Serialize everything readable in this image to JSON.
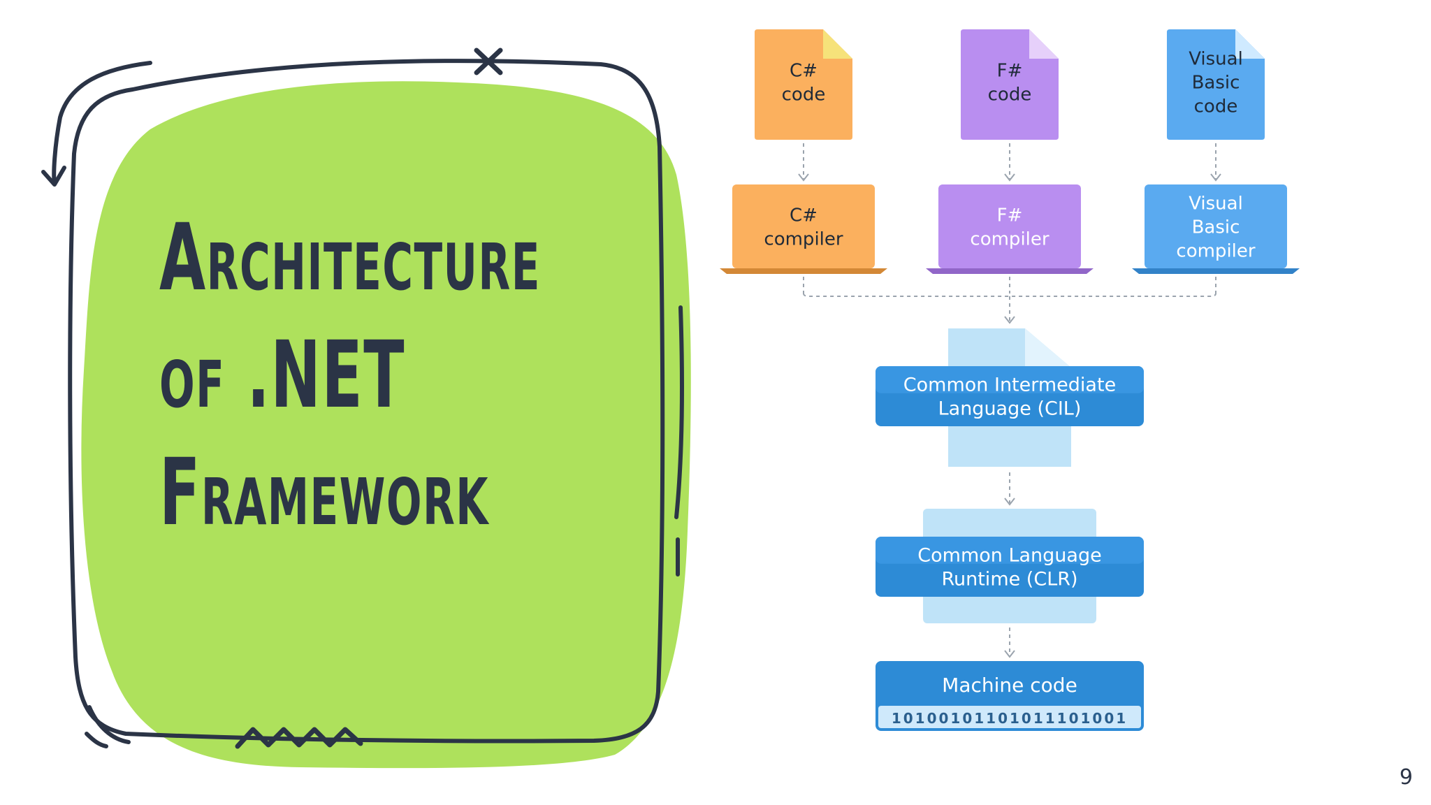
{
  "slide": {
    "title_lines": [
      "Architecture",
      "of .NET",
      "Framework"
    ],
    "page_number": "9"
  },
  "colors": {
    "green_blob": "#aee15c",
    "ink": "#2b3446",
    "orange": "#fbb05e",
    "purple": "#b98ef0",
    "blue_light": "#5aaaf0",
    "blue_dark": "#2d8bd6",
    "pale_blue": "#bfe3f8"
  },
  "diagram": {
    "languages": [
      {
        "source": [
          "C#",
          "code"
        ],
        "compiler": [
          "C#",
          "compiler"
        ],
        "color": "orange"
      },
      {
        "source": [
          "F#",
          "code"
        ],
        "compiler": [
          "F#",
          "compiler"
        ],
        "color": "purple"
      },
      {
        "source": [
          "Visual",
          "Basic",
          "code"
        ],
        "compiler": [
          "Visual",
          "Basic",
          "compiler"
        ],
        "color": "blue_light"
      }
    ],
    "cil": [
      "Common Intermediate",
      "Language (CIL)"
    ],
    "clr": [
      "Common Language",
      "Runtime (CLR)"
    ],
    "machine_code": {
      "label": "Machine code",
      "binary": "10100101101011101001"
    }
  }
}
